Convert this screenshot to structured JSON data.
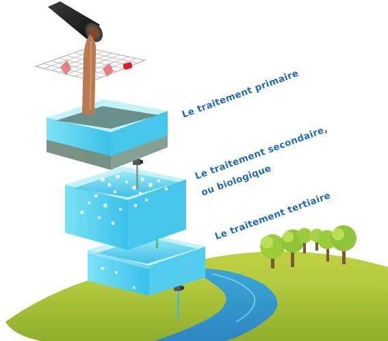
{
  "stages": {
    "primary": "Le traitement primaire",
    "secondary_line1": "Le traitement secondaire,",
    "secondary_line2": "ou biologique",
    "tertiary": "Le traitement tertiaire"
  }
}
